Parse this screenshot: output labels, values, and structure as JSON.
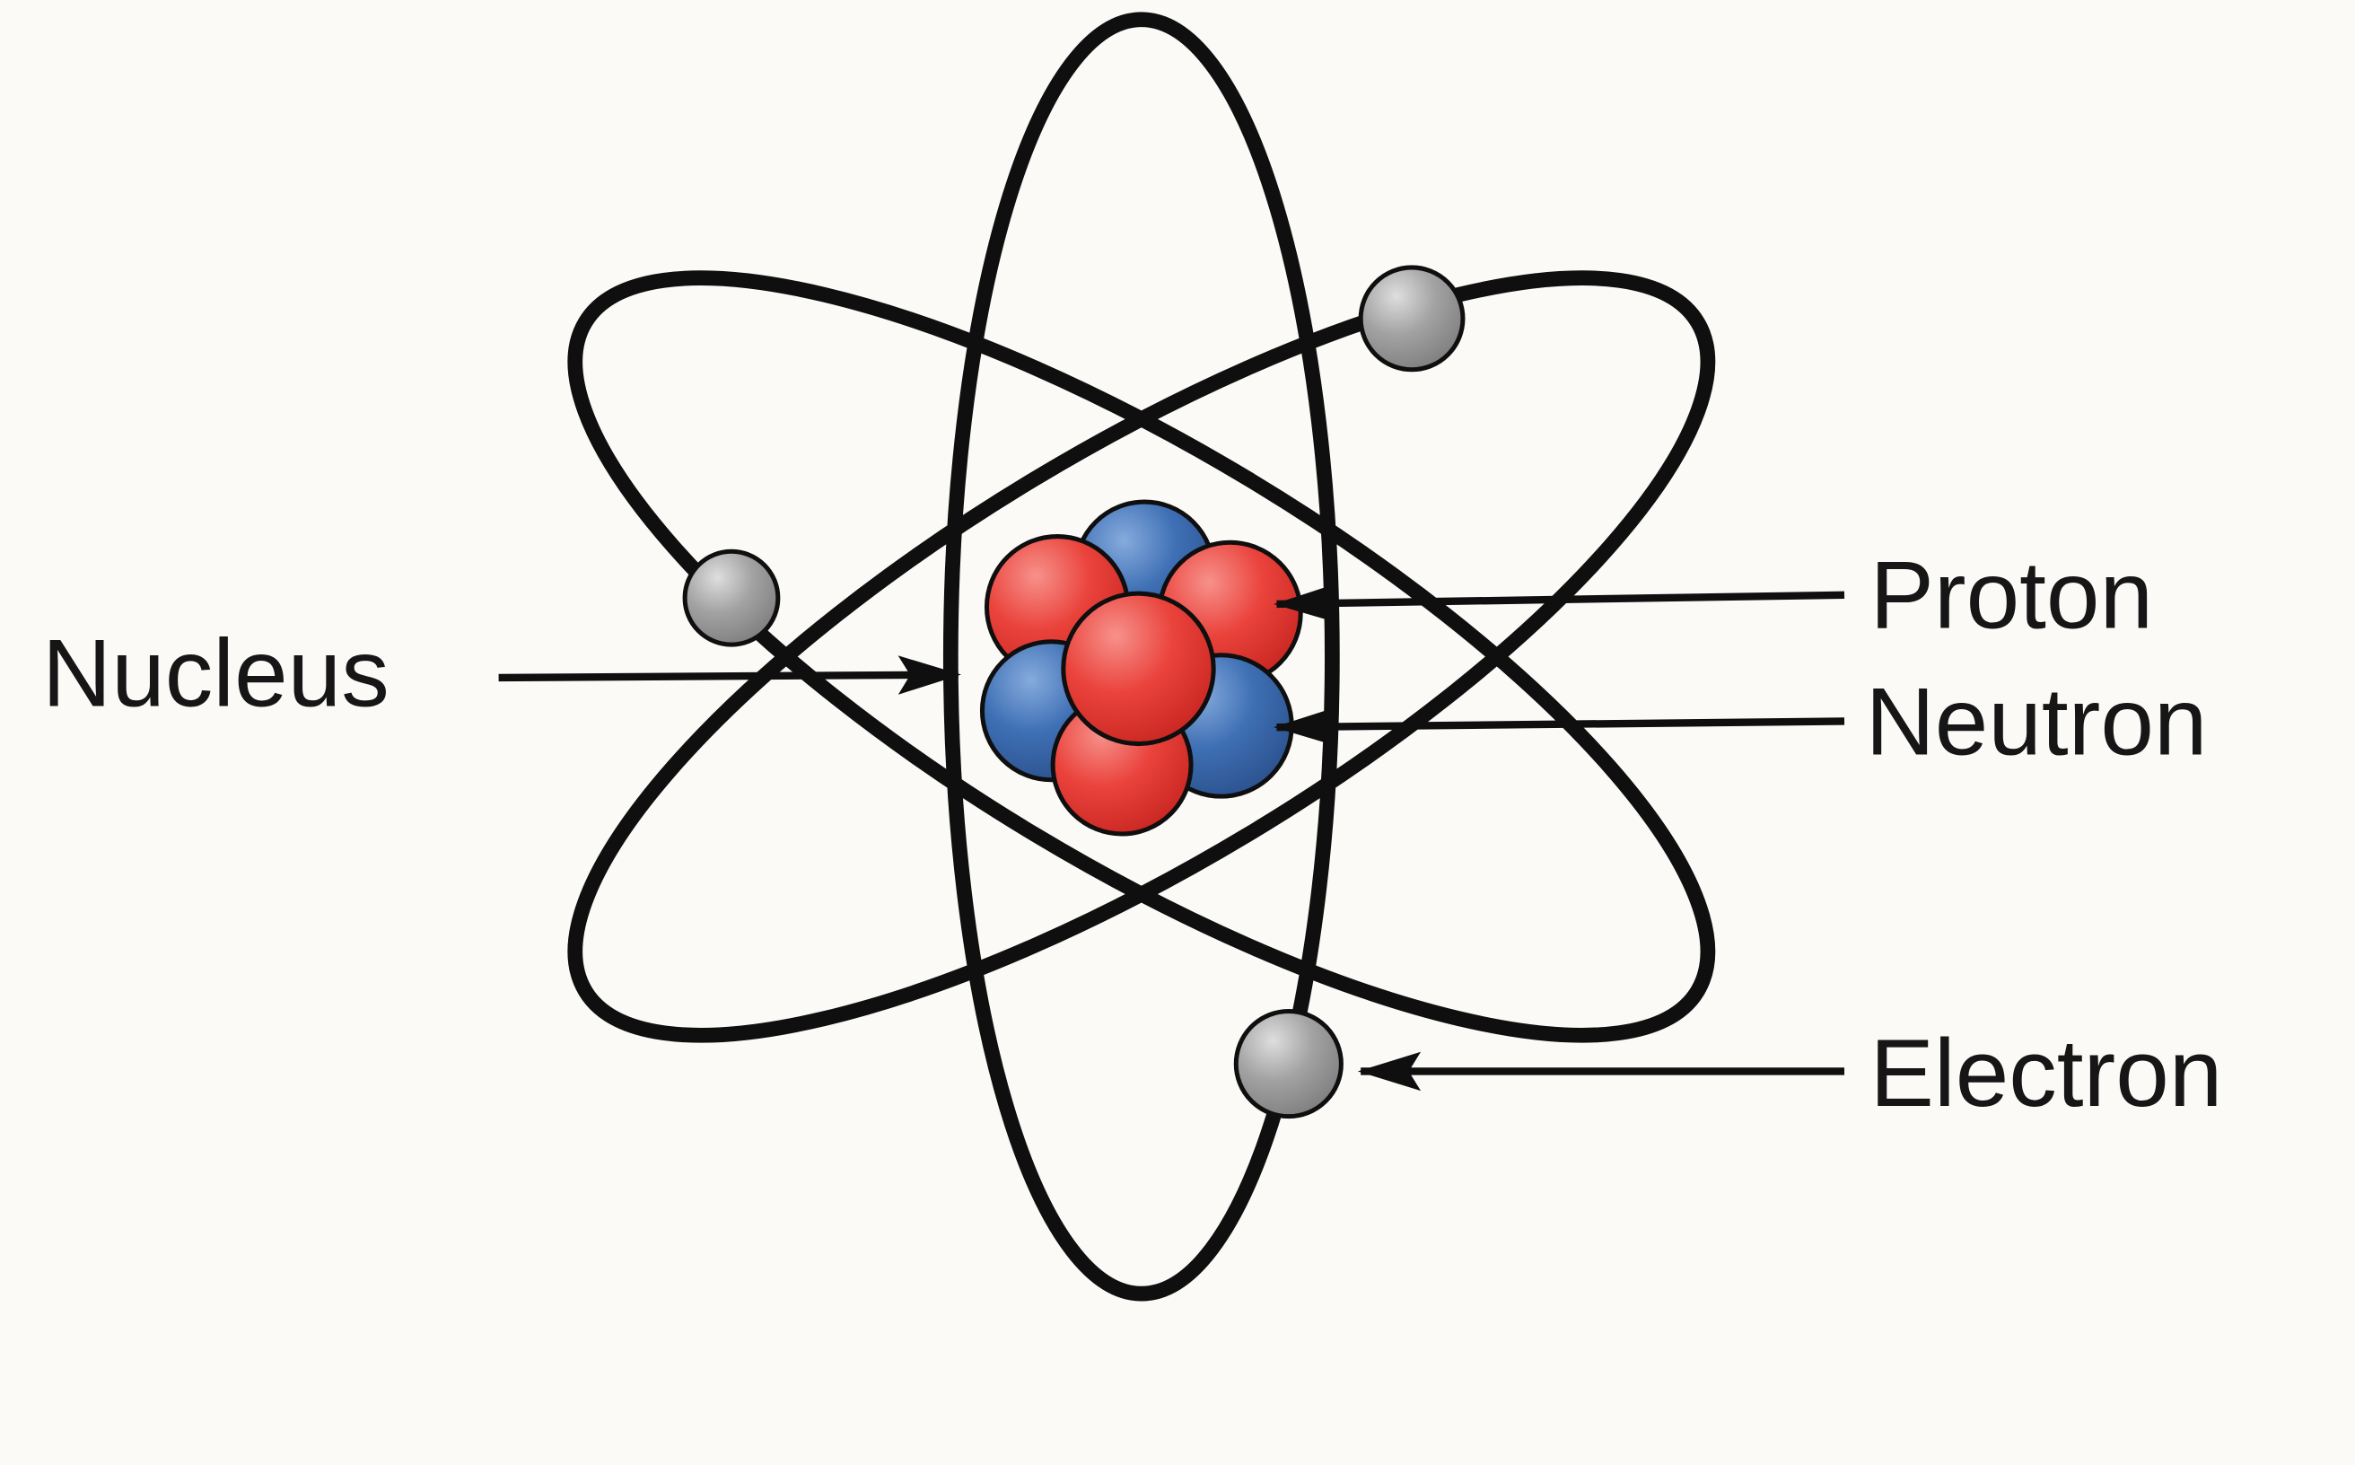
{
  "diagram": {
    "labels": {
      "nucleus": "Nucleus",
      "proton": "Proton",
      "neutron": "Neutron",
      "electron": "Electron"
    },
    "particles": {
      "proton_count": 4,
      "neutron_count": 3,
      "electron_count": 3,
      "orbit_count": 3
    },
    "colors": {
      "background": "#fbfaf7",
      "line": "#0f0f0f",
      "text": "#161616",
      "proton_red": "#e83d36",
      "neutron_blue": "#3c6cb2",
      "electron_gray": "#9d9d9d"
    }
  }
}
